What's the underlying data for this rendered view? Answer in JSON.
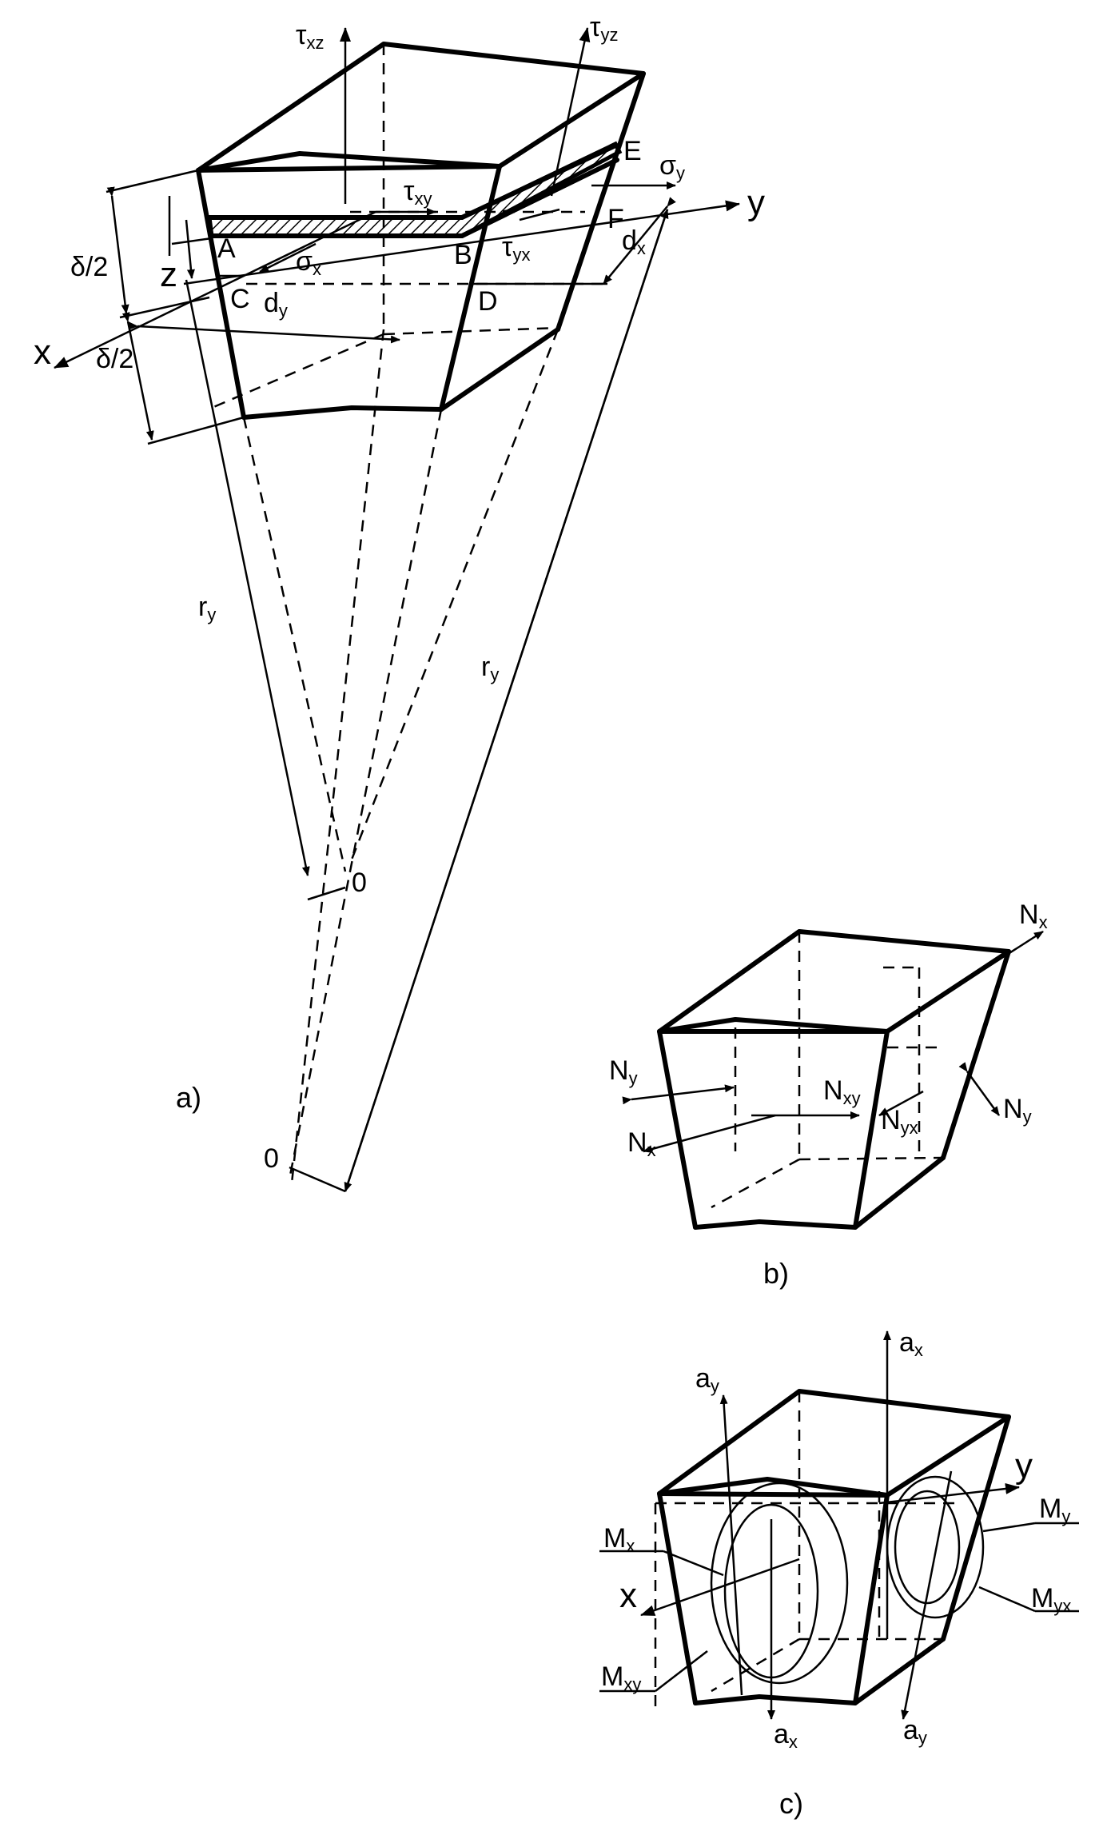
{
  "colors": {
    "ink": "#000000",
    "background": "#ffffff"
  },
  "figure_a": {
    "caption": "a)",
    "axes": {
      "x": "x",
      "y": "y",
      "z": "z"
    },
    "points": {
      "A": "A",
      "B": "B",
      "C": "C",
      "D": "D",
      "E": "E",
      "F": "F"
    },
    "stress": {
      "tau_xz": {
        "sym": "τ",
        "sub": "xz"
      },
      "tau_yz": {
        "sym": "τ",
        "sub": "yz"
      },
      "sigma_y": {
        "sym": "σ",
        "sub": "y"
      },
      "tau_xy": {
        "sym": "τ",
        "sub": "xy"
      },
      "tau_yx": {
        "sym": "τ",
        "sub": "yx"
      },
      "sigma_x": {
        "sym": "σ",
        "sub": "x"
      }
    },
    "dims": {
      "half_thickness_top": "δ/2",
      "half_thickness_bottom": "δ/2",
      "dx": {
        "sym": "d",
        "sub": "x"
      },
      "dy": {
        "sym": "d",
        "sub": "y"
      },
      "radius_left": {
        "sym": "r",
        "sub": "y"
      },
      "radius_right": {
        "sym": "r",
        "sub": "y"
      }
    },
    "centers": {
      "upper": "0",
      "lower": "0"
    }
  },
  "figure_b": {
    "caption": "b)",
    "forces": {
      "Nx_top": {
        "sym": "N",
        "sub": "x"
      },
      "Ny_left": {
        "sym": "N",
        "sub": "y"
      },
      "Nx_left": {
        "sym": "N",
        "sub": "x"
      },
      "Nxy": {
        "sym": "N",
        "sub": "xy"
      },
      "Nyx": {
        "sym": "N",
        "sub": "yx"
      },
      "Ny_right": {
        "sym": "N",
        "sub": "y"
      }
    }
  },
  "figure_c": {
    "caption": "c)",
    "axes": {
      "x": "x",
      "y": "y"
    },
    "moments": {
      "Mx": {
        "sym": "M",
        "sub": "x"
      },
      "My": {
        "sym": "M",
        "sub": "y"
      },
      "Mxy": {
        "sym": "M",
        "sub": "xy"
      },
      "Myx": {
        "sym": "M",
        "sub": "yx"
      }
    },
    "vectors": {
      "ay_top": {
        "sym": "a",
        "sub": "y"
      },
      "ax_top": {
        "sym": "a",
        "sub": "x"
      },
      "ax_bottom": {
        "sym": "a",
        "sub": "x"
      },
      "ay_bottom": {
        "sym": "a",
        "sub": "y"
      }
    }
  }
}
